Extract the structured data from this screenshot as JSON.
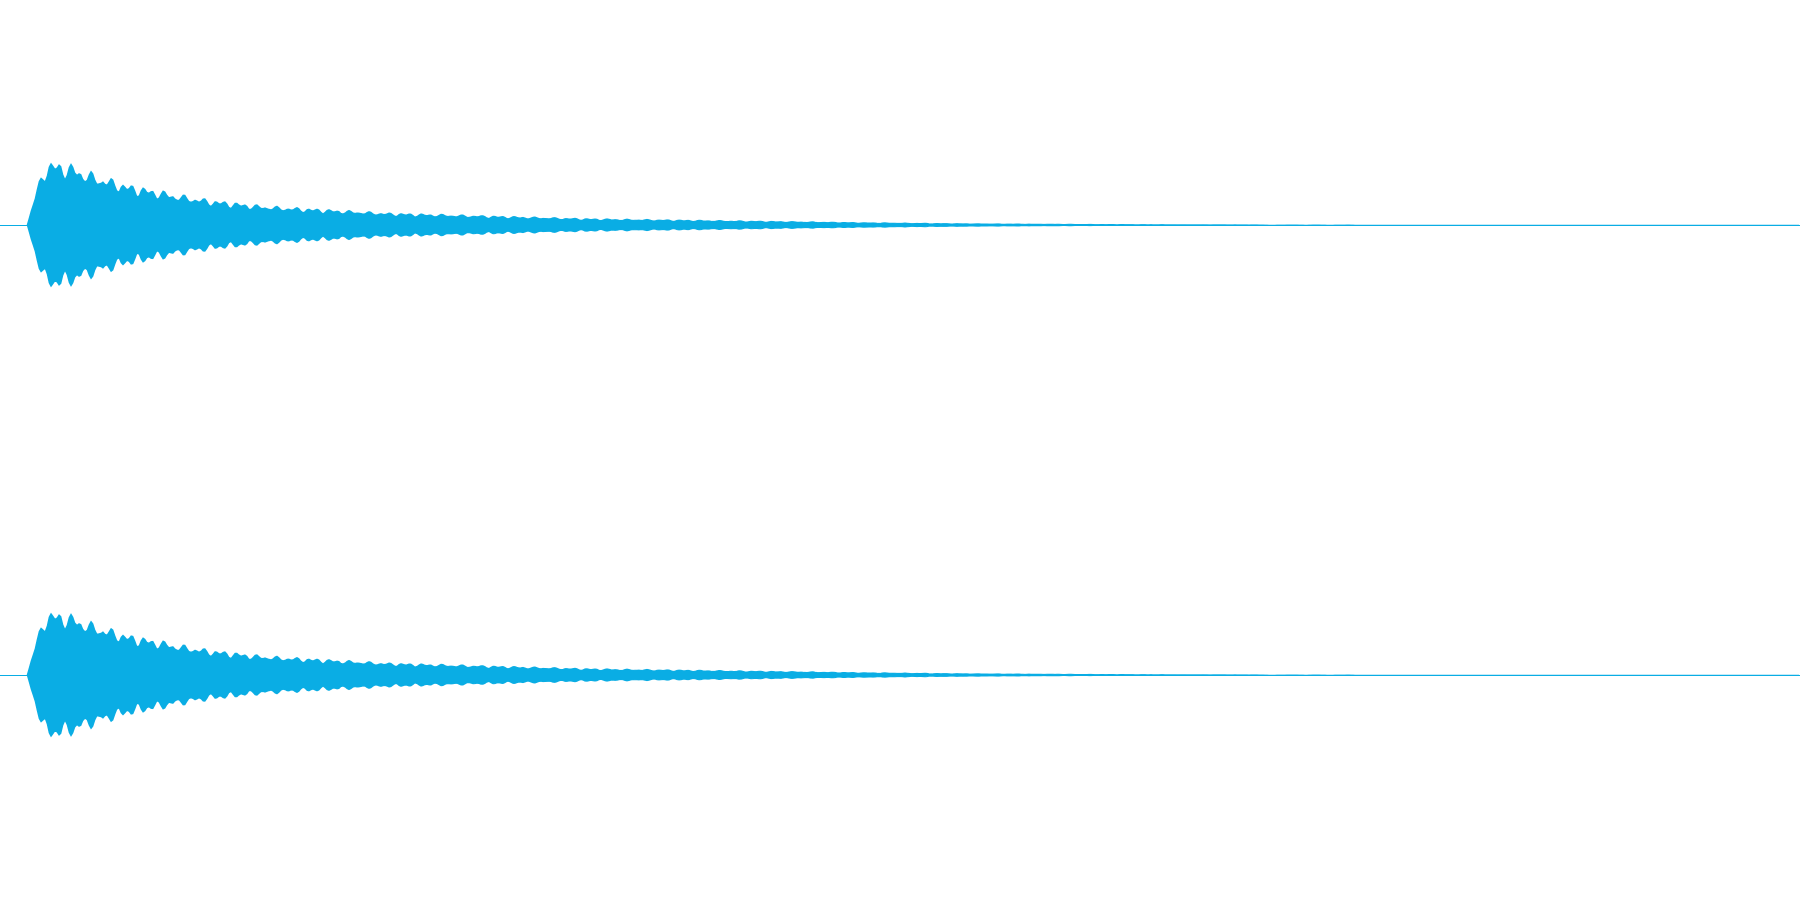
{
  "chart_data": {
    "type": "area",
    "title": "",
    "xlabel": "",
    "ylabel": "",
    "grid": false,
    "legend": "none",
    "colors": {
      "waveform": "#0aade4",
      "baseline": "#0aade4",
      "background": "#ffffff"
    },
    "x_range": [
      0,
      1
    ],
    "y_range": [
      -1,
      1
    ],
    "channels": [
      {
        "id": "top",
        "envelope": {
          "x": [
            0,
            0.00574,
            0.01021,
            0.01595,
            0.02041,
            0.02679,
            0.03189,
            0.03827,
            0.04466,
            0.05102,
            0.0574,
            0.06378,
            0.07016,
            0.07653,
            0.08291,
            0.08929,
            0.09566,
            0.10204,
            0.11161,
            0.12117,
            0.13074,
            0.14031,
            0.15306,
            0.16582,
            0.17857,
            0.19133,
            0.20408,
            0.21684,
            0.22959,
            0.24234,
            0.2551,
            0.26786,
            0.28061,
            0.29337,
            0.30612,
            0.31888,
            0.33163,
            0.34439,
            0.35714,
            0.3699,
            0.38265,
            0.39541,
            0.40816,
            0.42092,
            0.43367,
            0.44643,
            0.45918,
            0.47194,
            0.48469,
            0.49745,
            0.5102,
            0.52296,
            0.53571,
            0.54847,
            0.56122,
            0.57398,
            0.58673,
            0.59949,
            0.61224,
            0.625,
            0.63776,
            0.65051,
            0.66327,
            0.67602,
            0.68878,
            0.69643,
            0.70153,
            0.71429,
            0.72194,
            0.72704,
            0.73469,
            0.7449,
            0.75,
            1
          ],
          "amplitude": [
            0.0,
            0.6,
            0.95,
            1.0,
            0.97,
            0.93,
            0.86,
            0.8,
            0.74,
            0.69,
            0.63,
            0.6,
            0.56,
            0.53,
            0.49,
            0.46,
            0.43,
            0.4,
            0.37,
            0.34,
            0.31,
            0.29,
            0.27,
            0.25,
            0.23,
            0.21,
            0.19,
            0.18,
            0.17,
            0.16,
            0.15,
            0.14,
            0.13,
            0.12,
            0.11,
            0.1,
            0.095,
            0.09,
            0.085,
            0.08,
            0.075,
            0.07,
            0.065,
            0.06,
            0.055,
            0.05,
            0.045,
            0.04,
            0.036,
            0.032,
            0.028,
            0.025,
            0.022,
            0.02,
            0.018,
            0.016,
            0.014,
            0.012,
            0.011,
            0.01,
            0.009,
            0.008,
            0.007,
            0.006,
            0.005,
            0.004,
            0.0,
            0.004,
            0.0,
            0.004,
            0.0,
            0.003,
            0.0,
            0.0
          ]
        }
      },
      {
        "id": "bottom",
        "envelope": {
          "x": [
            0,
            0.00574,
            0.01021,
            0.01595,
            0.02041,
            0.02679,
            0.03189,
            0.03827,
            0.04466,
            0.05102,
            0.0574,
            0.06378,
            0.07016,
            0.07653,
            0.08291,
            0.08929,
            0.09566,
            0.10204,
            0.11161,
            0.12117,
            0.13074,
            0.14031,
            0.15306,
            0.16582,
            0.17857,
            0.19133,
            0.20408,
            0.21684,
            0.22959,
            0.24234,
            0.2551,
            0.26786,
            0.28061,
            0.29337,
            0.30612,
            0.31888,
            0.33163,
            0.34439,
            0.35714,
            0.3699,
            0.38265,
            0.39541,
            0.40816,
            0.42092,
            0.43367,
            0.44643,
            0.45918,
            0.47194,
            0.48469,
            0.49745,
            0.5102,
            0.52296,
            0.53571,
            0.54847,
            0.56122,
            0.57398,
            0.58673,
            0.59949,
            0.61224,
            0.625,
            0.63776,
            0.65051,
            0.66327,
            0.67602,
            0.68878,
            0.69643,
            0.70153,
            0.71429,
            0.72194,
            0.72704,
            0.73469,
            0.7449,
            0.75,
            1
          ],
          "amplitude": [
            0.0,
            0.6,
            0.95,
            1.0,
            0.97,
            0.93,
            0.86,
            0.8,
            0.74,
            0.69,
            0.63,
            0.6,
            0.56,
            0.53,
            0.49,
            0.46,
            0.43,
            0.4,
            0.37,
            0.34,
            0.31,
            0.29,
            0.27,
            0.25,
            0.23,
            0.21,
            0.19,
            0.18,
            0.17,
            0.16,
            0.15,
            0.14,
            0.13,
            0.12,
            0.11,
            0.1,
            0.095,
            0.09,
            0.085,
            0.08,
            0.075,
            0.07,
            0.065,
            0.06,
            0.055,
            0.05,
            0.045,
            0.04,
            0.036,
            0.032,
            0.028,
            0.025,
            0.022,
            0.02,
            0.018,
            0.016,
            0.014,
            0.012,
            0.011,
            0.01,
            0.009,
            0.008,
            0.007,
            0.006,
            0.005,
            0.004,
            0.0,
            0.004,
            0.0,
            0.004,
            0.0,
            0.003,
            0.0,
            0.0
          ]
        }
      }
    ]
  }
}
